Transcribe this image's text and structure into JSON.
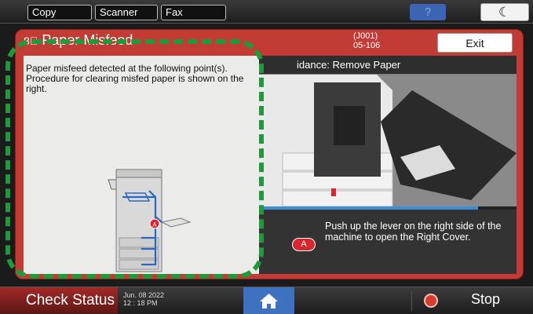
{
  "topbar": {
    "tabs": [
      "Copy",
      "Scanner",
      "Fax"
    ],
    "help_label": "?",
    "night_icon": "moon-icon"
  },
  "dialog": {
    "title": "Paper Misfeed",
    "code_line1": "(J001)",
    "code_line2": "05-106",
    "exit_label": "Exit",
    "left_text": "Paper misfeed detected at the following point(s). Procedure for clearing misfed paper is shown on the right.",
    "badge_label": "A",
    "guide_title": "Guidance: Remove Paper",
    "guide_title_visible": "idance: Remove Paper",
    "instruction": "Push up the lever on the right side of the machine to open the Right Cover.",
    "progress_fraction": 0.85
  },
  "bottombar": {
    "check_status": "Check Status",
    "date": "Jun. 08 2022",
    "time": "12 : 18 PM",
    "stop_label": "Stop"
  },
  "colors": {
    "dialog_red": "#c23b34",
    "callout_green": "#1f9a3a",
    "home_blue": "#3e71c0"
  }
}
